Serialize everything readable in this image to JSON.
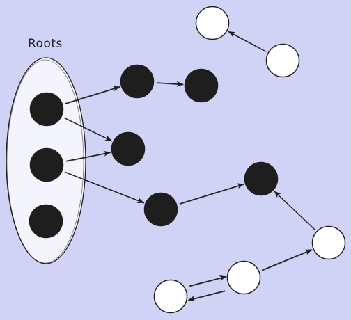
{
  "diagram": {
    "title": "Roots",
    "colors": {
      "background": "#d0d3f6",
      "roots_fill": "#f4f4fd",
      "filled_node": "#1e1e1e",
      "hollow_node": "#ffffff",
      "stroke": "#1e1e1e"
    },
    "nodes": [
      {
        "id": "root-1",
        "style": "filled",
        "in_roots": true
      },
      {
        "id": "root-2",
        "style": "filled",
        "in_roots": true
      },
      {
        "id": "root-3",
        "style": "filled",
        "in_roots": true
      },
      {
        "id": "reachable-a",
        "style": "filled"
      },
      {
        "id": "reachable-b",
        "style": "filled"
      },
      {
        "id": "reachable-c",
        "style": "filled"
      },
      {
        "id": "reachable-d",
        "style": "filled"
      },
      {
        "id": "reachable-e",
        "style": "filled"
      },
      {
        "id": "garbage-top-left",
        "style": "hollow"
      },
      {
        "id": "garbage-top-right",
        "style": "hollow"
      },
      {
        "id": "garbage-right",
        "style": "hollow"
      },
      {
        "id": "garbage-middle",
        "style": "hollow"
      },
      {
        "id": "garbage-bottom-left",
        "style": "hollow"
      }
    ],
    "edges": [
      {
        "from": "root-1",
        "to": "reachable-a"
      },
      {
        "from": "reachable-a",
        "to": "reachable-b"
      },
      {
        "from": "root-1",
        "to": "reachable-c"
      },
      {
        "from": "root-2",
        "to": "reachable-c"
      },
      {
        "from": "root-2",
        "to": "reachable-d"
      },
      {
        "from": "reachable-d",
        "to": "reachable-e"
      },
      {
        "from": "garbage-top-right",
        "to": "garbage-top-left"
      },
      {
        "from": "garbage-right",
        "to": "reachable-e"
      },
      {
        "from": "garbage-middle",
        "to": "garbage-right"
      },
      {
        "from": "garbage-bottom-left",
        "to": "garbage-middle"
      },
      {
        "from": "garbage-middle",
        "to": "garbage-bottom-left"
      }
    ]
  }
}
